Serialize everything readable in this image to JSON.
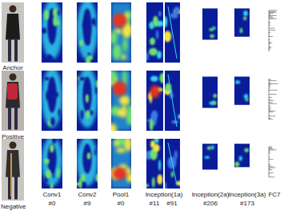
{
  "diagram": {
    "labels": [
      "Anchor",
      "Positive",
      "Negative",
      "Conv1",
      "#0",
      "Conv2",
      "#9",
      "Pool1",
      "#0",
      "Inception(1a)",
      "#11",
      "#91",
      "Inception(2a)",
      "#206",
      "Inception(3a)",
      "#173",
      "FC7"
    ]
  }
}
